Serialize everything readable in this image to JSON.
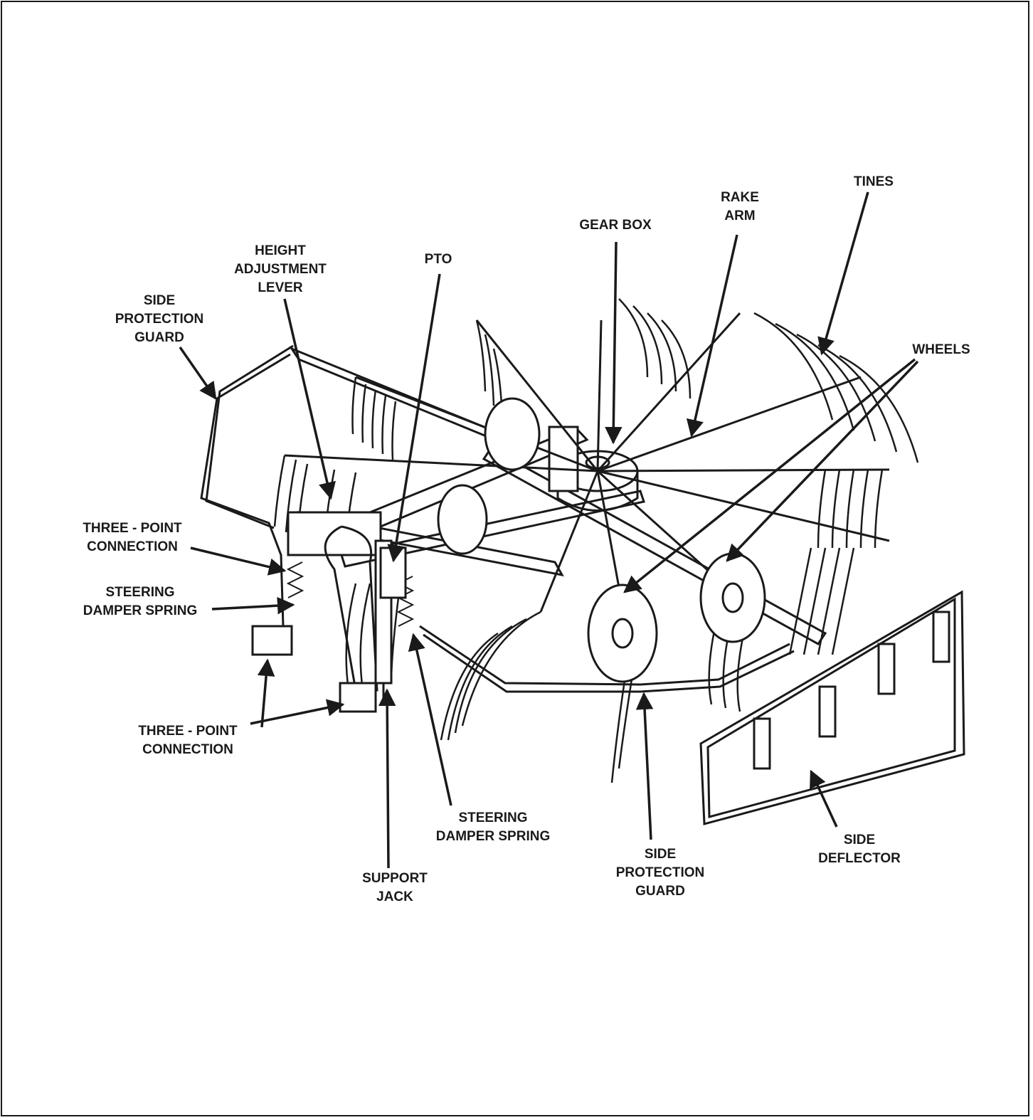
{
  "labels": {
    "height_adjustment_lever": [
      "HEIGHT",
      "ADJUSTMENT",
      "LEVER"
    ],
    "pto": [
      "PTO"
    ],
    "gear_box": [
      "GEAR BOX"
    ],
    "rake_arm": [
      "RAKE",
      "ARM"
    ],
    "tines": [
      "TINES"
    ],
    "wheels": [
      "WHEELS"
    ],
    "side_protection_guard_left": [
      "SIDE",
      "PROTECTION",
      "GUARD"
    ],
    "three_point_connection_upper": [
      "THREE - POINT",
      "CONNECTION"
    ],
    "steering_damper_spring_left": [
      "STEERING",
      "DAMPER SPRING"
    ],
    "three_point_connection_lower": [
      "THREE - POINT",
      "CONNECTION"
    ],
    "steering_damper_spring_bottom": [
      "STEERING",
      "DAMPER SPRING"
    ],
    "support_jack": [
      "SUPPORT",
      "JACK"
    ],
    "side_protection_guard_bottom": [
      "SIDE",
      "PROTECTION",
      "GUARD"
    ],
    "side_deflector": [
      "SIDE",
      "DEFLECTOR"
    ]
  },
  "colors": {
    "ink": "#1a1a1a",
    "background": "#ffffff"
  }
}
